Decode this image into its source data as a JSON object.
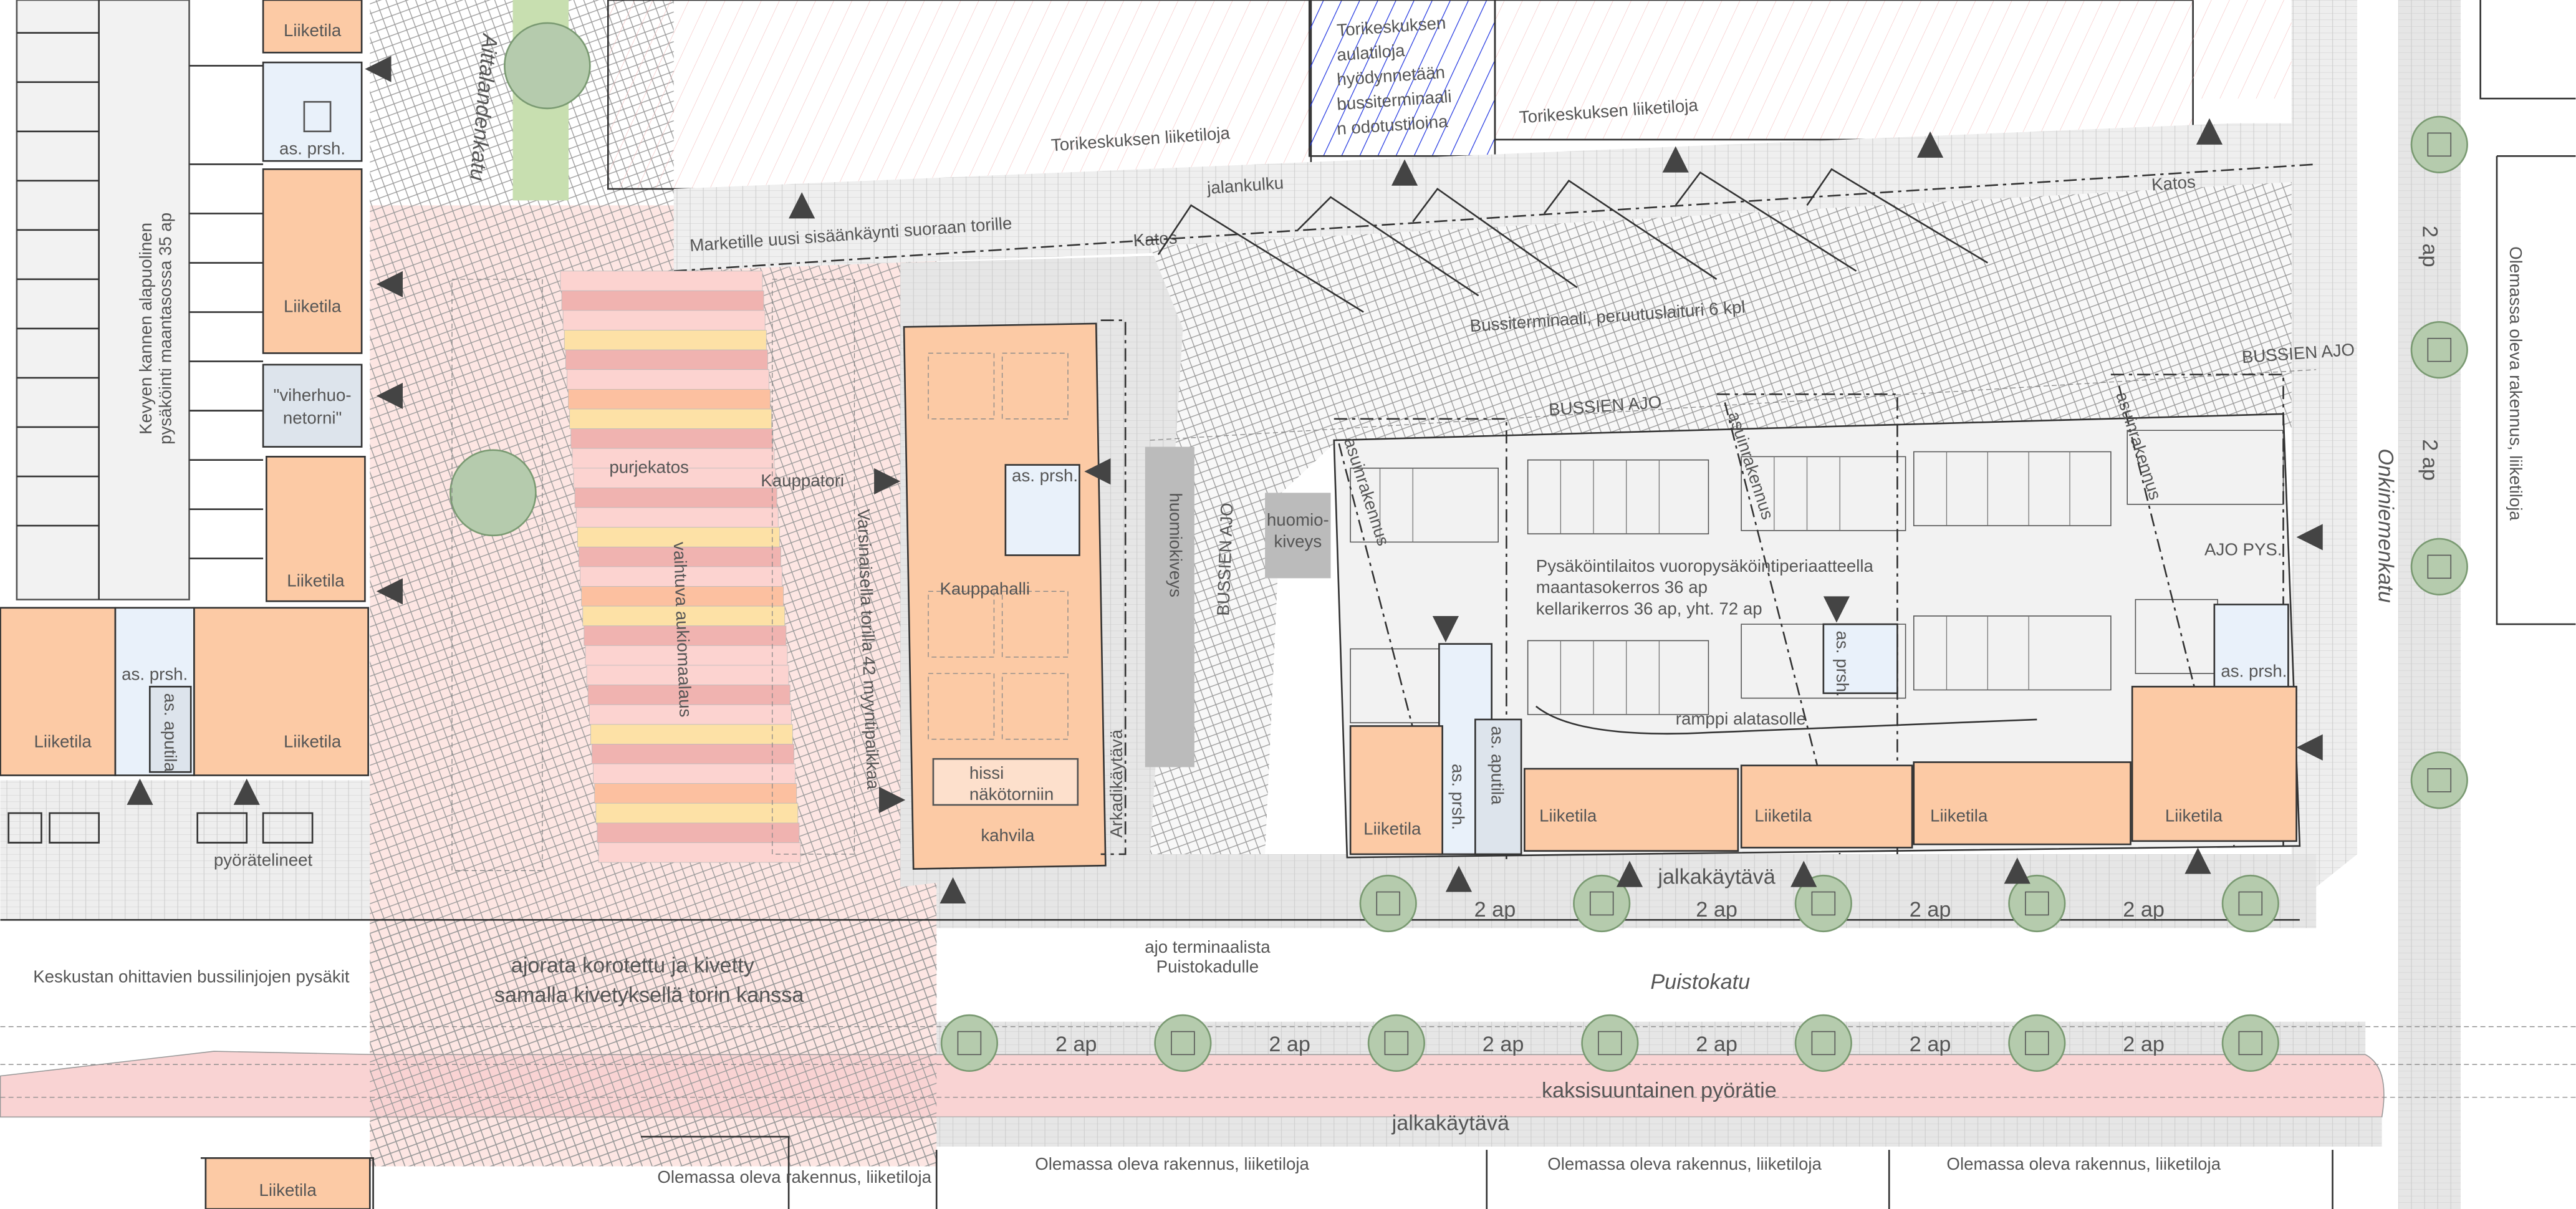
{
  "colors": {
    "liiketila": "#fccaa5",
    "plaza": "#fde6e3",
    "green": "#c8dfb0",
    "blue_hatch": "#1a2fe0",
    "bike_path": "#f9d3d3",
    "stair": "#e9f1fa",
    "paving": "#eaeaea"
  },
  "labels": {
    "liiketila": "Liiketila",
    "as_prsh": "as. prsh.",
    "as_aputila": "as. aputila",
    "viherhuo_1": "\"viherhuo-",
    "viherhuo_2": "netorni\"",
    "kevyen_1": "Kevyen kannen alapuolinen",
    "kevyen_2": "pysäköinti maantasossa 35 ap",
    "pyoratelineet": "pyörätelineet",
    "aittalandenkatu": "Aittalandenkatu",
    "torikeskus_liiketiloja": "Torikeskuksen liiketiloja",
    "blue_lines": [
      "Torikeskuksen",
      "aulatiloja",
      "hyödynnetään",
      "bussiterminaali",
      "n odotustiloina"
    ],
    "jalankulku": "jalankulku",
    "katos": "Katos",
    "marketille": "Marketille uusi sisäänkäynti suoraan torille",
    "bussiterminaali": "Bussiterminaali, peruutuslaituri 6 kpl",
    "bussien_ajo": "BUSSIEN AJO",
    "purjekatos": "purjekatos",
    "kauppatori": "Kauppatori",
    "vaihtuva": "vaihtuva aukiomaalaus",
    "varsinaisella": "Varsinaisella torilla 42 myyntipaikkaa",
    "kauppahalli": "Kauppahalli",
    "hissi_1": "hissi",
    "hissi_2": "näkötorniin",
    "kahvila": "kahvila",
    "arkadikaytava": "Arkadikäytävä",
    "huomiokiveys": "huomiokiveys",
    "huomio_1": "huomio-",
    "huomio_2": "kiveys",
    "asuinrakennus": "asuinrakennus",
    "pysakointi_1": "Pysäköintilaitos vuoropysäköintiperiaatteella",
    "pysakointi_2": "maantasokerros 36 ap",
    "pysakointi_3": "kellarikerros 36 ap, yht. 72 ap",
    "ramppi": "ramppi alatasolle",
    "ajo_pys": "AJO PYS.",
    "onkiniemenkatu": "Onkiniemenkatu",
    "ap2": "2 ap",
    "jalkakaytava": "jalkakäytävä",
    "puistokatu": "Puistokatu",
    "ajo_terminaalista_1": "ajo terminaalista",
    "ajo_terminaalista_2": "Puistokadulle",
    "keskustan": "Keskustan ohittavien bussilinjojen pysäkit",
    "ajorata_1": "ajorata korotettu ja kivetty",
    "ajorata_2": "samalla kivetyksellä torin kanssa",
    "kaksisuuntainen": "kaksisuuntainen pyörätie",
    "olemassa": "Olemassa oleva rakennus, liiketiloja"
  }
}
